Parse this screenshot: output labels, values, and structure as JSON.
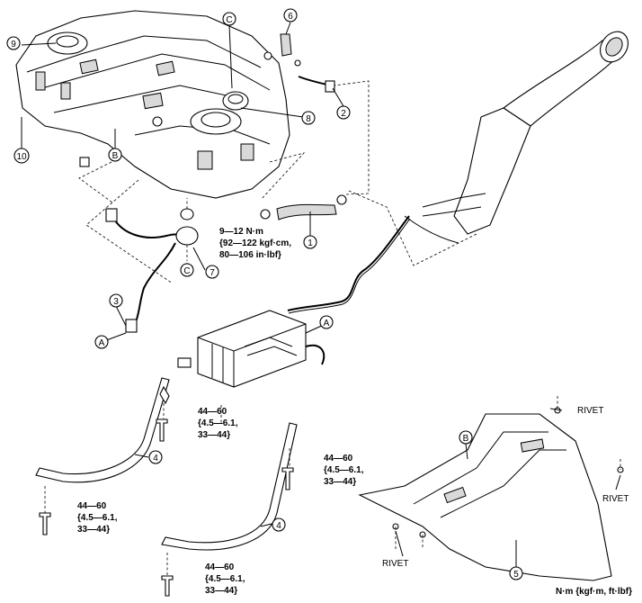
{
  "callouts": [
    "1",
    "2",
    "3",
    "4",
    "5",
    "6",
    "7",
    "8",
    "9",
    "10"
  ],
  "letters": [
    "A",
    "B",
    "C"
  ],
  "torques": {
    "t7": [
      "9—12 N·m",
      "{92—122 kgf·cm,",
      "80—106 in·lbf}"
    ],
    "t4a": [
      "44—60",
      "{4.5—6.1,",
      "33—44}"
    ],
    "t4b": [
      "44—60",
      "{4.5—6.1,",
      "33—44}"
    ],
    "t4c": [
      "44—60",
      "{4.5—6.1,",
      "33—44}"
    ],
    "t4d": [
      "44—60",
      "{4.5—6.1,",
      "33—44}"
    ]
  },
  "rivet": "RIVET",
  "units": "N·m {kgf·m, ft·lbf}"
}
